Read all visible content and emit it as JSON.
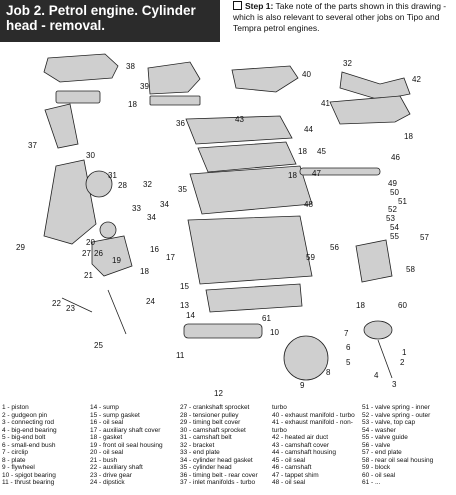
{
  "header": {
    "job_title_line1": "Job 2. Petrol engine. Cylinder",
    "job_title_line2": "head - removal.",
    "step_label": "Step 1:",
    "step_text": " Take note of the parts shown in this drawing - which is also relevant to several other jobs on Tipo and Tempra petrol engines."
  },
  "callouts": [
    "38",
    "39",
    "18",
    "37",
    "40",
    "32",
    "42",
    "41",
    "18",
    "36",
    "43",
    "44",
    "18",
    "30",
    "31",
    "28",
    "32",
    "35",
    "18",
    "45",
    "46",
    "47",
    "49",
    "50",
    "51",
    "52",
    "53",
    "54",
    "55",
    "48",
    "56",
    "33",
    "34",
    "34",
    "29",
    "27",
    "26",
    "20",
    "19",
    "21",
    "18",
    "16",
    "17",
    "15",
    "59",
    "57",
    "58",
    "18",
    "60",
    "22",
    "23",
    "24",
    "25",
    "14",
    "13",
    "61",
    "10",
    "7",
    "6",
    "5",
    "1",
    "2",
    "3",
    "4",
    "11",
    "8",
    "9",
    "12"
  ],
  "legend": {
    "col1": [
      "1 - piston",
      "2 - gudgeon pin",
      "3 - connecting rod",
      "4 - big-end bearing",
      "5 - big-end bolt",
      "6 - small-end bush",
      "7 - circlip",
      "8 - plate",
      "9 - flywheel",
      "10 - spigot bearing",
      "11 - thrust bearing"
    ],
    "col2": [
      "14 - sump",
      "15 - sump gasket",
      "16 - oil seal",
      "17 - auxiliary shaft cover",
      "18 - gasket",
      "19 - front oil seal housing",
      "20 - oil seal",
      "21 - bush",
      "22 - auxiliary shaft",
      "23 - drive gear",
      "24 - dipstick"
    ],
    "col3": [
      "27 - crankshaft sprocket",
      "28 - tensioner pulley",
      "29 - timing belt cover",
      "30 - camshaft sprocket",
      "31 - camshaft belt",
      "32 - bracket",
      "33 - end plate",
      "34 - cylinder head gasket",
      "35 - cylinder head",
      "36 - timing belt - rear cover",
      "37 - inlet manifolds - turbo"
    ],
    "col4": [
      "turbo",
      "40 - exhaust manifold - turbo",
      "41 - exhaust manifold - non-",
      "turbo",
      "42 - heated air duct",
      "43 - camshaft cover",
      "44 - camshaft housing",
      "45 - oil seal",
      "46 - camshaft",
      "47 - tappet shim",
      "48 - oil seal"
    ],
    "col5": [
      "51 - valve spring - inner",
      "52 - valve spring - outer",
      "53 - valve, top cap",
      "54 - washer",
      "55 - valve guide",
      "56 - valve",
      "57 - end plate",
      "58 - rear oil seal housing",
      "59 - block",
      "60 - oil seal",
      "61 - ..."
    ]
  }
}
